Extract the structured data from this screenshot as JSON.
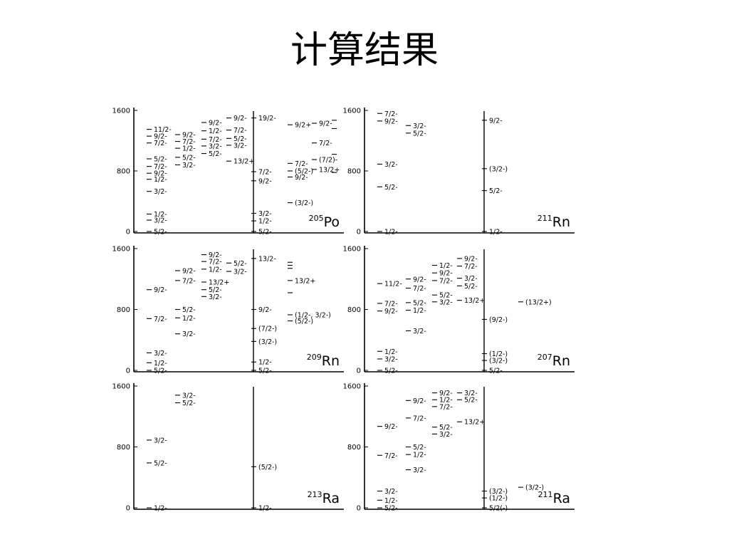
{
  "title": "计算结果",
  "chart_data": [
    {
      "type": "level-scheme",
      "nucleus": {
        "mass": "205",
        "symbol": "Po"
      },
      "ylim": [
        0,
        1600
      ],
      "y_ticks": [
        "0",
        "800",
        "1600"
      ],
      "columns": [
        {
          "levels": [
            {
              "e": 0,
              "label": "5/2-"
            },
            {
              "e": 150,
              "label": "3/2-"
            },
            {
              "e": 230,
              "label": "1/2-"
            },
            {
              "e": 530,
              "label": "3/2-"
            },
            {
              "e": 690,
              "label": "1/2-"
            },
            {
              "e": 770,
              "label": "9/2-"
            },
            {
              "e": 860,
              "label": "7/2-"
            },
            {
              "e": 960,
              "label": "5/2-"
            },
            {
              "e": 1170,
              "label": "7/2-"
            },
            {
              "e": 1260,
              "label": "9/2-"
            },
            {
              "e": 1350,
              "label": "11/2-"
            }
          ]
        },
        {
          "levels": [
            {
              "e": 880,
              "label": "3/2-"
            },
            {
              "e": 980,
              "label": "5/2-"
            },
            {
              "e": 1100,
              "label": "1/2-"
            },
            {
              "e": 1190,
              "label": "7/2-"
            },
            {
              "e": 1280,
              "label": "9/2-"
            }
          ]
        },
        {
          "levels": [
            {
              "e": 1030,
              "label": "5/2-"
            },
            {
              "e": 1130,
              "label": "3/2-"
            },
            {
              "e": 1220,
              "label": "7/2-"
            },
            {
              "e": 1330,
              "label": "1/2-"
            },
            {
              "e": 1440,
              "label": "9/2-"
            }
          ]
        },
        {
          "levels": [
            {
              "e": 930,
              "label": "13/2+"
            },
            {
              "e": 1140,
              "label": "3/2-"
            },
            {
              "e": 1230,
              "label": "5/2-"
            },
            {
              "e": 1340,
              "label": "7/2-"
            },
            {
              "e": 1500,
              "label": "9/2-"
            }
          ]
        }
      ],
      "experiment": {
        "levels": [
          {
            "e": 0,
            "label": "5/2-"
          },
          {
            "e": 140,
            "label": "1/2-"
          },
          {
            "e": 240,
            "label": "3/2-"
          },
          {
            "e": 670,
            "label": "9/2-"
          },
          {
            "e": 790,
            "label": "7/2-"
          },
          {
            "e": 1500,
            "label": "19/2-"
          }
        ],
        "extra_columns": [
          {
            "levels": [
              {
                "e": 380,
                "label": "(3/2-)"
              },
              {
                "e": 720,
                "label": "9/2-"
              },
              {
                "e": 800,
                "label": "(5/2-)"
              },
              {
                "e": 900,
                "label": "7/2-"
              },
              {
                "e": 1410,
                "label": "9/2+"
              }
            ]
          },
          {
            "levels": [
              {
                "e": 820,
                "label": "13/2+"
              },
              {
                "e": 950,
                "label": "(7/2)-"
              },
              {
                "e": 1170,
                "label": "7/2-"
              },
              {
                "e": 1430,
                "label": "9/2-"
              }
            ]
          },
          {
            "levels": [
              {
                "e": 780,
                "label": ""
              },
              {
                "e": 1020,
                "label": ""
              },
              {
                "e": 1360,
                "label": ""
              },
              {
                "e": 1470,
                "label": ""
              }
            ]
          }
        ]
      }
    },
    {
      "type": "level-scheme",
      "nucleus": {
        "mass": "211",
        "symbol": "Rn"
      },
      "ylim": [
        0,
        1600
      ],
      "y_ticks": [
        "0",
        "800",
        "1600"
      ],
      "columns": [
        {
          "levels": [
            {
              "e": 0,
              "label": "1/2-"
            },
            {
              "e": 590,
              "label": "5/2-"
            },
            {
              "e": 890,
              "label": "3/2-"
            },
            {
              "e": 1460,
              "label": "9/2-"
            },
            {
              "e": 1560,
              "label": "7/2-"
            }
          ]
        },
        {
          "levels": [
            {
              "e": 1300,
              "label": "5/2-"
            },
            {
              "e": 1400,
              "label": "3/2-"
            }
          ]
        }
      ],
      "experiment": {
        "levels": [
          {
            "e": 0,
            "label": "1/2-"
          },
          {
            "e": 540,
            "label": "5/2-"
          },
          {
            "e": 830,
            "label": "(3/2-)"
          },
          {
            "e": 1470,
            "label": "9/2-"
          }
        ],
        "extra_columns": []
      }
    },
    {
      "type": "level-scheme",
      "nucleus": {
        "mass": "209",
        "symbol": "Rn"
      },
      "ylim": [
        0,
        1600
      ],
      "y_ticks": [
        "0",
        "800",
        "1600"
      ],
      "columns": [
        {
          "levels": [
            {
              "e": 0,
              "label": "5/2-"
            },
            {
              "e": 100,
              "label": "1/2-"
            },
            {
              "e": 230,
              "label": "3/2-"
            },
            {
              "e": 680,
              "label": "7/2-"
            },
            {
              "e": 1060,
              "label": "9/2-"
            }
          ]
        },
        {
          "levels": [
            {
              "e": 480,
              "label": "3/2-"
            },
            {
              "e": 690,
              "label": "1/2-"
            },
            {
              "e": 800,
              "label": "5/2-"
            },
            {
              "e": 1180,
              "label": "7/2-"
            },
            {
              "e": 1310,
              "label": "9/2-"
            }
          ]
        },
        {
          "levels": [
            {
              "e": 970,
              "label": "3/2-"
            },
            {
              "e": 1060,
              "label": "5/2-"
            },
            {
              "e": 1160,
              "label": "13/2+"
            },
            {
              "e": 1330,
              "label": "1/2-"
            },
            {
              "e": 1430,
              "label": "7/2-"
            },
            {
              "e": 1520,
              "label": "9/2-"
            }
          ]
        },
        {
          "levels": [
            {
              "e": 1300,
              "label": "3/2-"
            },
            {
              "e": 1410,
              "label": "5/2-"
            }
          ]
        }
      ],
      "experiment": {
        "levels": [
          {
            "e": 0,
            "label": "5/2-"
          },
          {
            "e": 110,
            "label": "1/2-"
          },
          {
            "e": 380,
            "label": "(3/2-)"
          },
          {
            "e": 550,
            "label": "(7/2-)"
          },
          {
            "e": 800,
            "label": "9/2-"
          },
          {
            "e": 1470,
            "label": "13/2-"
          }
        ],
        "extra_columns": [
          {
            "levels": [
              {
                "e": 650,
                "label": "(5/2-)"
              },
              {
                "e": 730,
                "label": "(1/2-, 3/2-)"
              },
              {
                "e": 1020,
                "label": ""
              },
              {
                "e": 1180,
                "label": "13/2+"
              },
              {
                "e": 1340,
                "label": ""
              },
              {
                "e": 1380,
                "label": ""
              },
              {
                "e": 1420,
                "label": ""
              }
            ]
          }
        ]
      }
    },
    {
      "type": "level-scheme",
      "nucleus": {
        "mass": "207",
        "symbol": "Rn"
      },
      "ylim": [
        0,
        1600
      ],
      "y_ticks": [
        "0",
        "800",
        "1600"
      ],
      "columns": [
        {
          "levels": [
            {
              "e": 0,
              "label": "5/2-"
            },
            {
              "e": 150,
              "label": "3/2-"
            },
            {
              "e": 250,
              "label": "1/2-"
            },
            {
              "e": 780,
              "label": "9/2-"
            },
            {
              "e": 880,
              "label": "7/2-"
            },
            {
              "e": 1140,
              "label": "11/2-"
            }
          ]
        },
        {
          "levels": [
            {
              "e": 520,
              "label": "3/2-"
            },
            {
              "e": 790,
              "label": "1/2-"
            },
            {
              "e": 890,
              "label": "5/2-"
            },
            {
              "e": 1080,
              "label": "7/2-"
            },
            {
              "e": 1200,
              "label": "9/2-"
            }
          ]
        },
        {
          "levels": [
            {
              "e": 900,
              "label": "3/2-"
            },
            {
              "e": 990,
              "label": "5/2-"
            },
            {
              "e": 1180,
              "label": "7/2-"
            },
            {
              "e": 1280,
              "label": "9/2-"
            },
            {
              "e": 1380,
              "label": "1/2-"
            }
          ]
        },
        {
          "levels": [
            {
              "e": 920,
              "label": "13/2+"
            },
            {
              "e": 1110,
              "label": "5/2-"
            },
            {
              "e": 1210,
              "label": "3/2-"
            },
            {
              "e": 1370,
              "label": "7/2-"
            },
            {
              "e": 1470,
              "label": "9/2-"
            }
          ]
        }
      ],
      "experiment": {
        "levels": [
          {
            "e": 0,
            "label": "5/2-"
          },
          {
            "e": 130,
            "label": "(3/2-)"
          },
          {
            "e": 220,
            "label": "(1/2-)"
          },
          {
            "e": 670,
            "label": "(9/2-)"
          }
        ],
        "extra_columns": [
          {
            "levels": [
              {
                "e": 900,
                "label": "(13/2+)"
              }
            ]
          }
        ]
      }
    },
    {
      "type": "level-scheme",
      "nucleus": {
        "mass": "213",
        "symbol": "Ra"
      },
      "ylim": [
        0,
        1600
      ],
      "y_ticks": [
        "0",
        "800",
        "1600"
      ],
      "columns": [
        {
          "levels": [
            {
              "e": 0,
              "label": "1/2-"
            },
            {
              "e": 590,
              "label": "5/2-"
            },
            {
              "e": 890,
              "label": "3/2-"
            }
          ]
        },
        {
          "levels": [
            {
              "e": 1380,
              "label": "5/2-"
            },
            {
              "e": 1480,
              "label": "3/2-"
            }
          ]
        }
      ],
      "experiment": {
        "levels": [
          {
            "e": 0,
            "label": "1/2-"
          },
          {
            "e": 540,
            "label": "(5/2-)"
          }
        ],
        "extra_columns": []
      }
    },
    {
      "type": "level-scheme",
      "nucleus": {
        "mass": "211",
        "symbol": "Ra"
      },
      "ylim": [
        0,
        1600
      ],
      "y_ticks": [
        "0",
        "800",
        "1600"
      ],
      "columns": [
        {
          "levels": [
            {
              "e": 0,
              "label": "5/2-"
            },
            {
              "e": 100,
              "label": "1/2-"
            },
            {
              "e": 220,
              "label": "3/2-"
            },
            {
              "e": 690,
              "label": "7/2-"
            },
            {
              "e": 1070,
              "label": "9/2-"
            }
          ]
        },
        {
          "levels": [
            {
              "e": 500,
              "label": "3/2-"
            },
            {
              "e": 700,
              "label": "1/2-"
            },
            {
              "e": 800,
              "label": "5/2-"
            },
            {
              "e": 1180,
              "label": "7/2-"
            },
            {
              "e": 1410,
              "label": "9/2-"
            }
          ]
        },
        {
          "levels": [
            {
              "e": 970,
              "label": "3/2-"
            },
            {
              "e": 1060,
              "label": "5/2-"
            },
            {
              "e": 1330,
              "label": "7/2-"
            },
            {
              "e": 1420,
              "label": "1/2-"
            },
            {
              "e": 1510,
              "label": "9/2-"
            }
          ]
        },
        {
          "levels": [
            {
              "e": 1130,
              "label": "13/2+"
            },
            {
              "e": 1420,
              "label": "5/2-"
            },
            {
              "e": 1510,
              "label": "3/2-"
            }
          ]
        }
      ],
      "experiment": {
        "levels": [
          {
            "e": 0,
            "label": "5/2(-)"
          },
          {
            "e": 130,
            "label": "(1/2-)"
          },
          {
            "e": 220,
            "label": "(3/2-)"
          }
        ],
        "extra_columns": [
          {
            "levels": [
              {
                "e": 270,
                "label": "(3/2-)"
              }
            ]
          }
        ]
      }
    }
  ]
}
